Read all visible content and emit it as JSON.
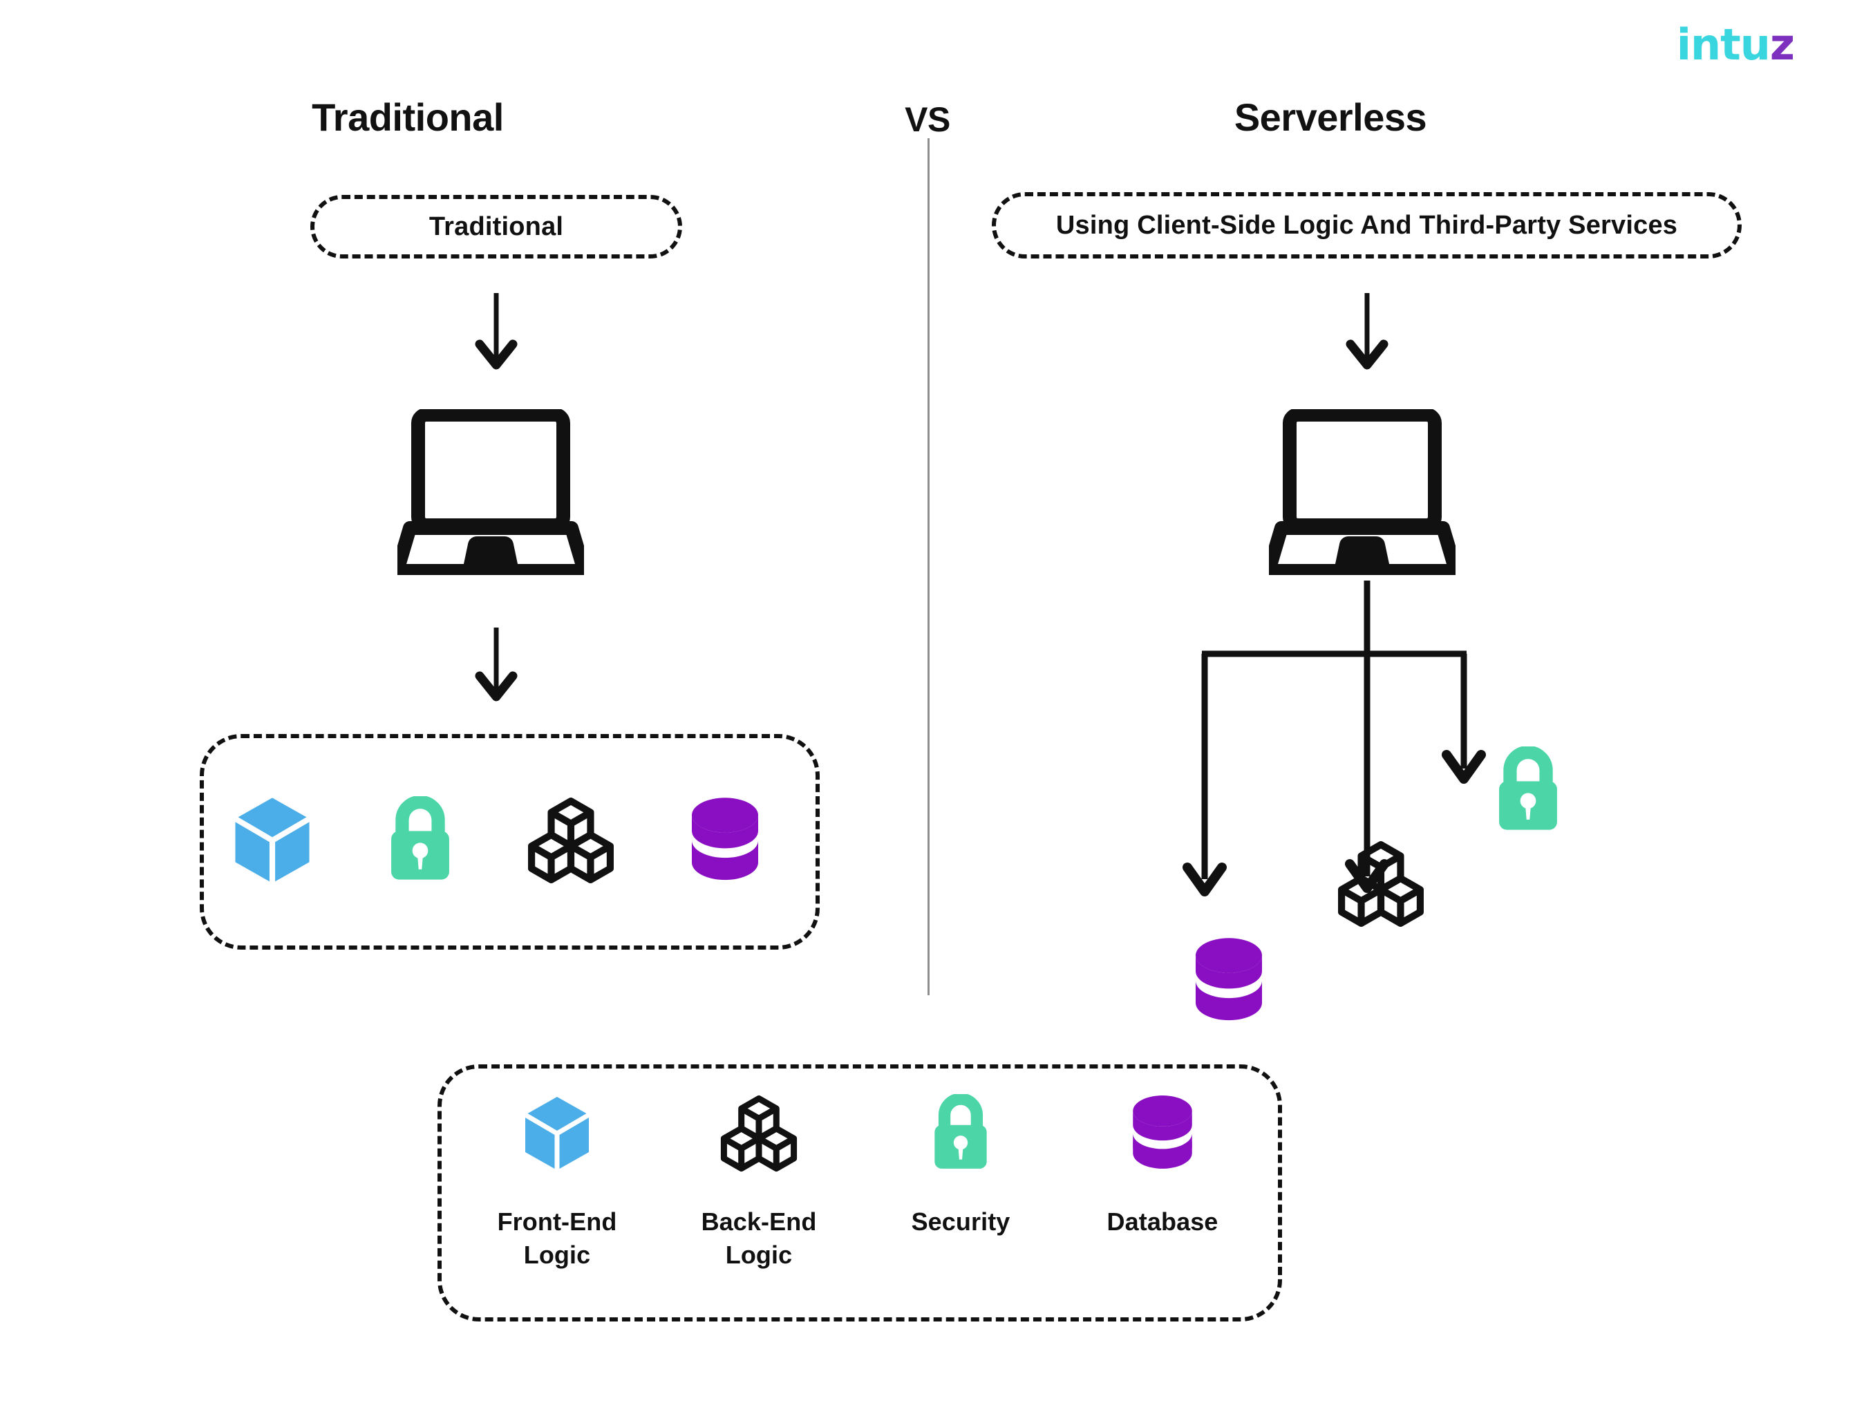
{
  "brand": {
    "name": "Intuz",
    "name_head": "intu",
    "name_tail": "z",
    "color_primary": "#3ad6e0",
    "color_accent": "#7d2fbe"
  },
  "headings": {
    "left": "Traditional",
    "middle": "VS",
    "right": "Serverless"
  },
  "left_column": {
    "pill_label": "Traditional",
    "stack_icons": [
      {
        "name": "front-end-logic",
        "icon": "cube-icon",
        "color": "#4baee8"
      },
      {
        "name": "security",
        "icon": "lock-icon",
        "color": "#4cd6a8"
      },
      {
        "name": "back-end-logic",
        "icon": "boxes-icon",
        "color": "#111111"
      },
      {
        "name": "database",
        "icon": "database-icon",
        "color": "#8a0fc2"
      }
    ]
  },
  "right_column": {
    "pill_label": "Using Client-Side Logic And Third-Party Services",
    "branch_icons": [
      {
        "name": "database",
        "icon": "database-icon",
        "color": "#8a0fc2"
      },
      {
        "name": "back-end-logic",
        "icon": "boxes-icon",
        "color": "#111111"
      },
      {
        "name": "security",
        "icon": "lock-icon",
        "color": "#4cd6a8"
      }
    ]
  },
  "legend": [
    {
      "label": "Front-End\nLogic",
      "icon": "cube-icon",
      "color": "#4baee8"
    },
    {
      "label": "Back-End\nLogic",
      "icon": "boxes-icon",
      "color": "#111111"
    },
    {
      "label": "Security",
      "icon": "lock-icon",
      "color": "#4cd6a8"
    },
    {
      "label": "Database",
      "icon": "database-icon",
      "color": "#8a0fc2"
    }
  ],
  "colors": {
    "blue": "#4baee8",
    "green": "#4cd6a8",
    "purple": "#8a0fc2",
    "black": "#111111",
    "divider_gray": "#8e8e8e",
    "background": "#ffffff"
  }
}
